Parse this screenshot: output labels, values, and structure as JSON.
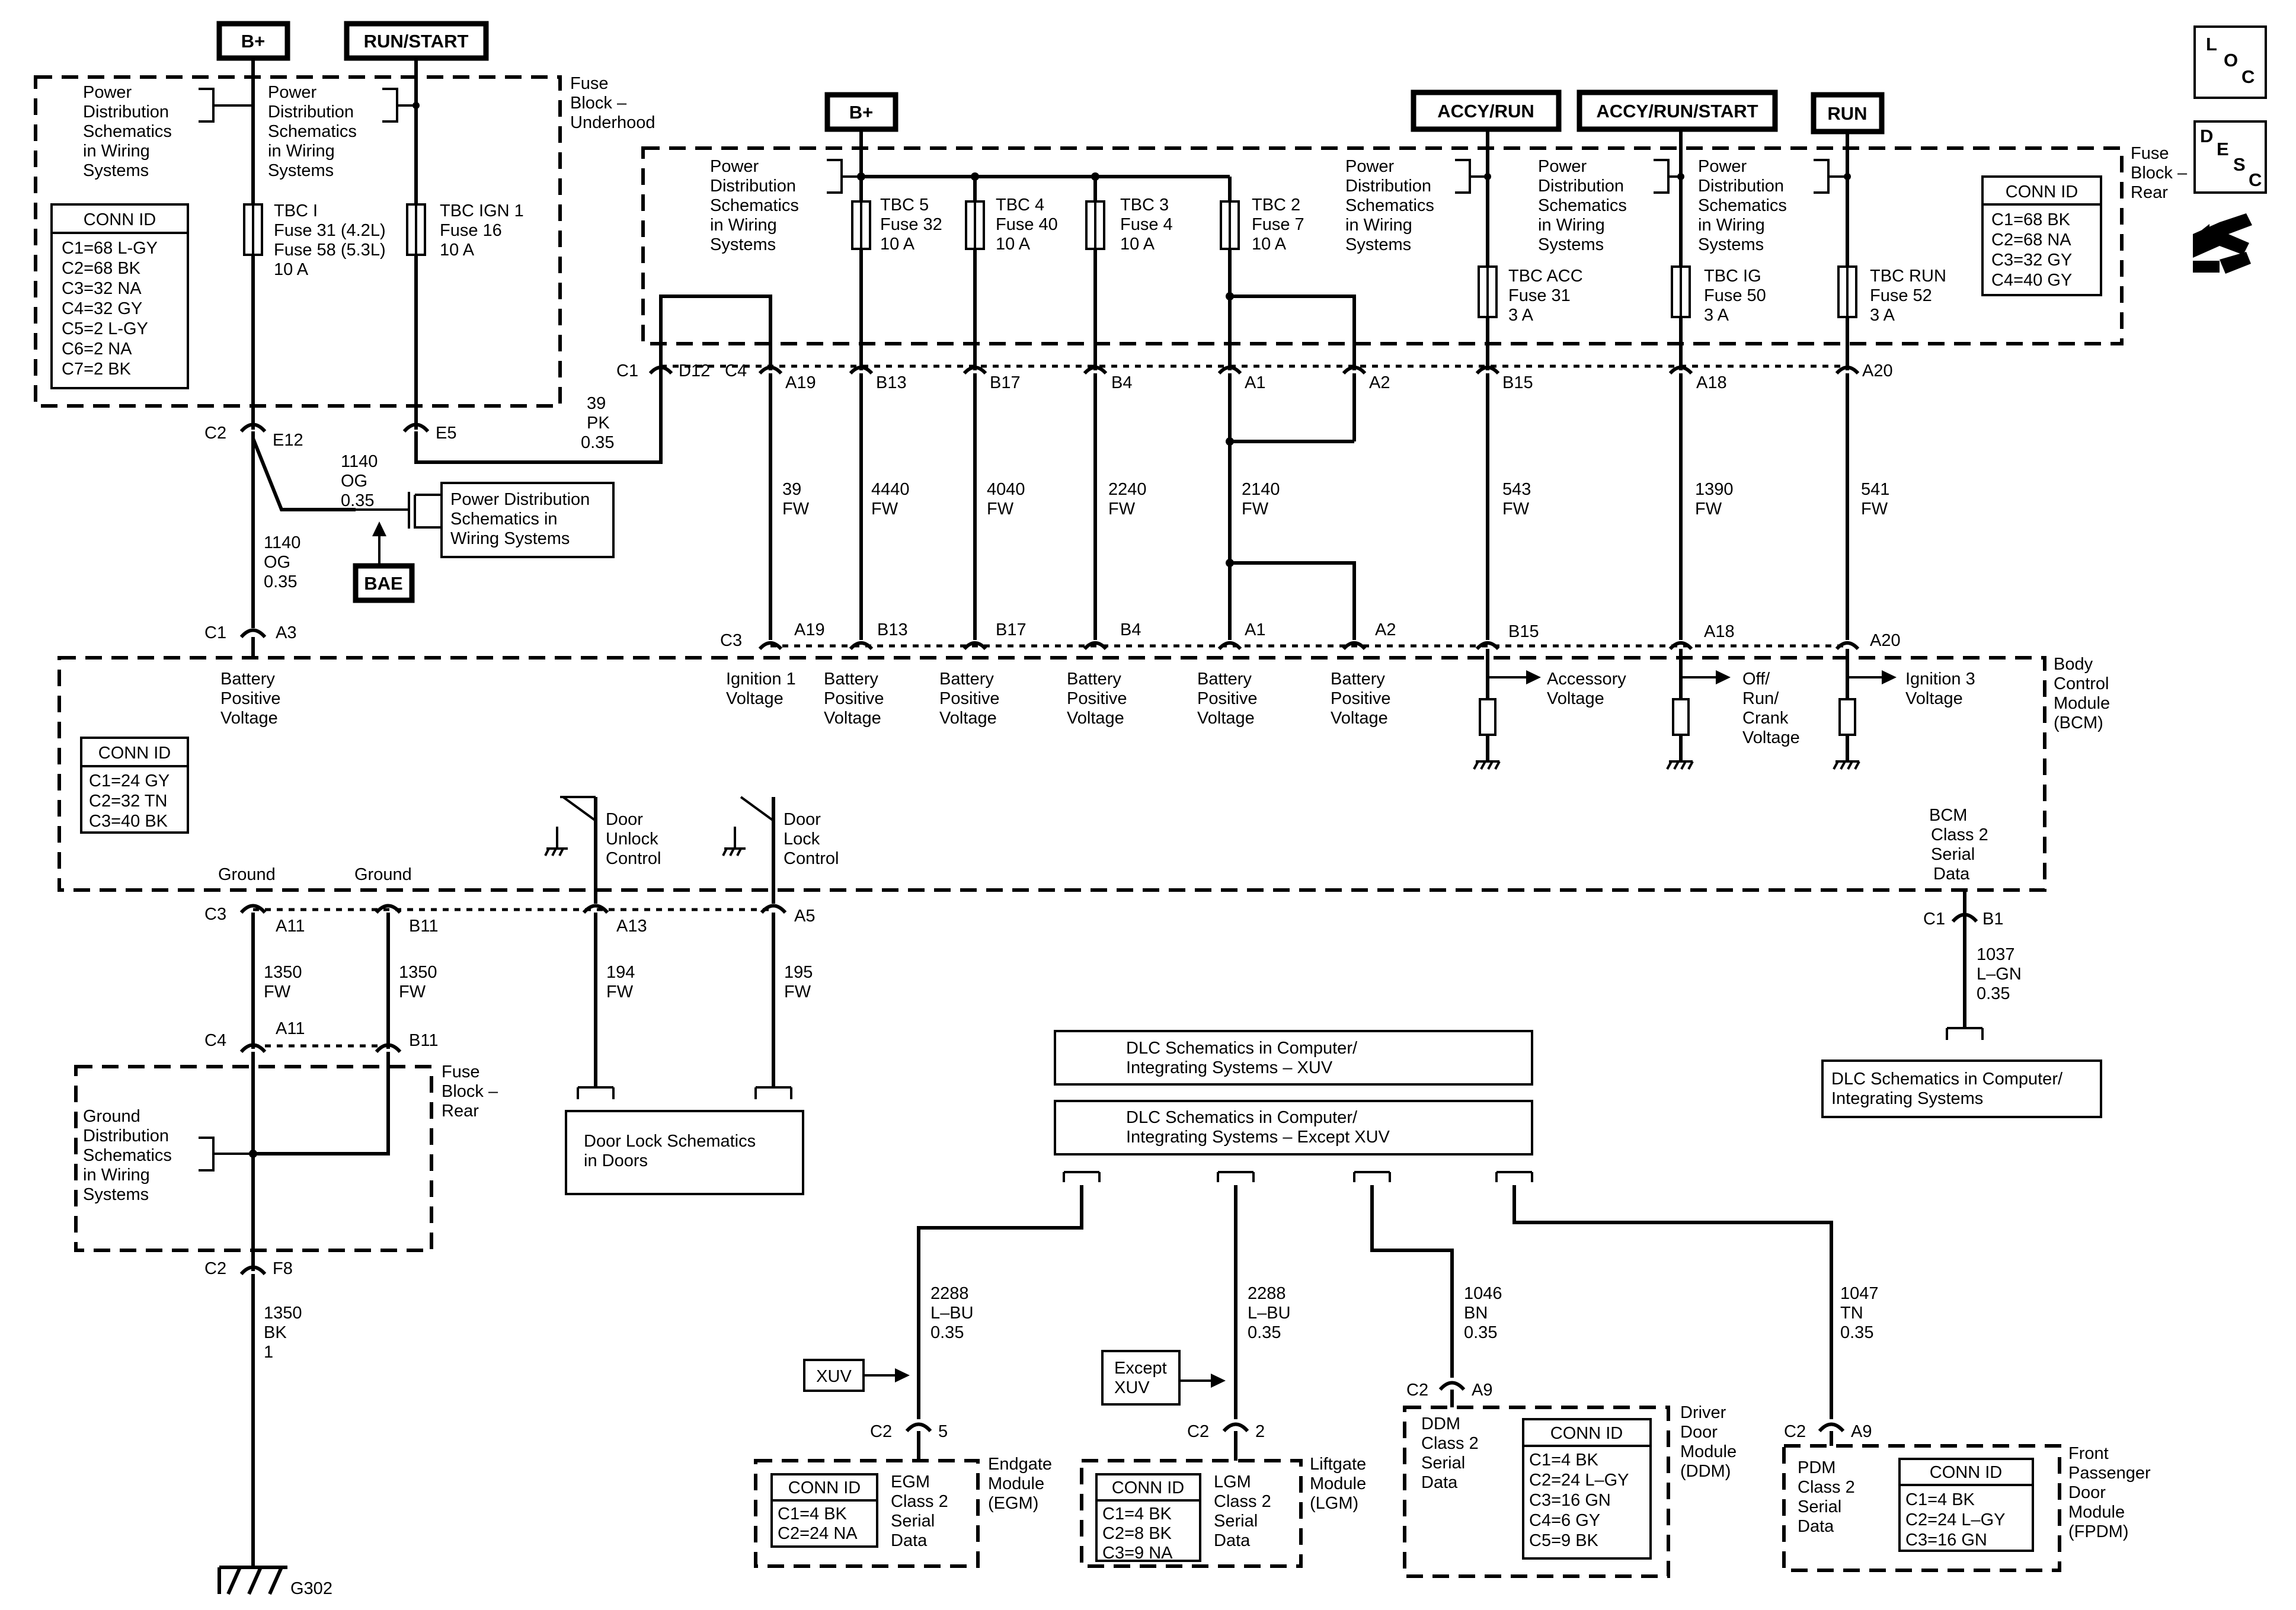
{
  "supplies": {
    "b_plus_1": "B+",
    "run_start": "RUN/START",
    "b_plus_2": "B+",
    "accy_run": "ACCY/RUN",
    "accy_run_start": "ACCY/RUN/START",
    "run": "RUN"
  },
  "underhood_block": {
    "title": [
      "Fuse",
      "Block –",
      "Underhood"
    ],
    "pds_left": [
      "Power",
      "Distribution",
      "Schematics",
      "in Wiring",
      "Systems"
    ],
    "pds_mid": [
      "Power",
      "Distribution",
      "Schematics",
      "in Wiring",
      "Systems"
    ],
    "fuse_tbc_i": [
      "TBC I",
      "Fuse 31  (4.2L)",
      "Fuse 58  (5.3L)",
      "10 A"
    ],
    "fuse_tbc_ign1": [
      "TBC IGN 1",
      "Fuse 16",
      "10 A"
    ],
    "conn_id_title": "CONN ID",
    "conn_id": [
      "C1=68 L-GY",
      "C2=68 BK",
      "C3=32 NA",
      "C4=32 GY",
      "C5=2 L-GY",
      "C6=2 NA",
      "C7=2 BK"
    ]
  },
  "rear_block_top": {
    "title": [
      "Fuse",
      "Block –",
      "Rear"
    ],
    "pds": [
      "Power",
      "Distribution",
      "Schematics",
      "in Wiring",
      "Systems"
    ],
    "fuses": [
      [
        "TBC 5",
        "Fuse 32",
        "10 A"
      ],
      [
        "TBC 4",
        "Fuse 40",
        "10 A"
      ],
      [
        "TBC 3",
        "Fuse 4",
        "10 A"
      ],
      [
        "TBC 2",
        "Fuse 7",
        "10 A"
      ],
      [
        "TBC ACC",
        "Fuse 31",
        "3 A"
      ],
      [
        "TBC IG",
        "Fuse 50",
        "3 A"
      ],
      [
        "TBC RUN",
        "Fuse 52",
        "3 A"
      ]
    ],
    "conn_id_title": "CONN ID",
    "conn_id": [
      "C1=68 BK",
      "C2=68 NA",
      "C3=32 GY",
      "C4=40 GY"
    ]
  },
  "pins_top": {
    "c1": "C1",
    "d12": "D12",
    "c4": "C4",
    "list": [
      "A19",
      "B13",
      "B17",
      "B4",
      "A1",
      "A2",
      "B15",
      "A18",
      "A20"
    ],
    "c2": "C2",
    "e12": "E12",
    "e5": "E5"
  },
  "wires_mid": [
    [
      "39",
      "FW"
    ],
    [
      "4440",
      "FW"
    ],
    [
      "4040",
      "FW"
    ],
    [
      "2240",
      "FW"
    ],
    [
      "2140",
      "FW"
    ],
    [
      "543",
      "FW"
    ],
    [
      "1390",
      "FW"
    ],
    [
      "541",
      "FW"
    ]
  ],
  "wire_39pk": [
    "39",
    "PK",
    "0.35"
  ],
  "wire_1140_a": [
    "1140",
    "OG",
    "0.35"
  ],
  "wire_1140_b": [
    "1140",
    "OG",
    "0.35"
  ],
  "pds_box": [
    "Power Distribution",
    "Schematics in",
    "Wiring Systems"
  ],
  "bae": "BAE",
  "bcm": {
    "title": [
      "Body",
      "Control",
      "Module",
      "(BCM)"
    ],
    "c1": "C1",
    "a3": "A3",
    "c3": "C3",
    "pins": [
      "A19",
      "B13",
      "B17",
      "B4",
      "A1",
      "A2",
      "B15",
      "A18",
      "A20"
    ],
    "battery_positive": [
      "Battery",
      "Positive",
      "Voltage"
    ],
    "ignition1": [
      "Ignition 1",
      "Voltage"
    ],
    "accessory": [
      "Accessory",
      "Voltage"
    ],
    "off_run": [
      "Off/",
      "Run/",
      "Crank",
      "Voltage"
    ],
    "ignition3": [
      "Ignition 3",
      "Voltage"
    ],
    "conn_id_title": "CONN ID",
    "conn_id": [
      "C1=24 GY",
      "C2=32 TN",
      "C3=40 BK"
    ],
    "door_unlock": [
      "Door",
      "Unlock",
      "Control"
    ],
    "door_lock": [
      "Door",
      "Lock",
      "Control"
    ],
    "class2": [
      "BCM",
      "Class 2",
      "Serial",
      "Data"
    ],
    "ground1": "Ground",
    "ground2": "Ground"
  },
  "bottom_left": {
    "c3": "C3",
    "a11": "A11",
    "b11": "B11",
    "a13": "A13",
    "a5": "A5",
    "wire1": [
      "1350",
      "FW"
    ],
    "wire2": [
      "1350",
      "FW"
    ],
    "wire3": [
      "194",
      "FW"
    ],
    "wire4": [
      "195",
      "FW"
    ],
    "c4": "C4",
    "a11b": "A11",
    "b11b": "B11",
    "block_title": [
      "Fuse",
      "Block –",
      "Rear"
    ],
    "gds": [
      "Ground",
      "Distribution",
      "Schematics",
      "in Wiring",
      "Systems"
    ],
    "c2": "C2",
    "f8": "F8",
    "wire5": [
      "1350",
      "BK",
      "1"
    ],
    "g302": "G302",
    "door_lock_schem": [
      "Door Lock Schematics",
      "in Doors"
    ]
  },
  "bcm_data": {
    "c1": "C1",
    "b1": "B1",
    "wire": [
      "1037",
      "L–GN",
      "0.35"
    ],
    "dlc_box": [
      "DLC Schematics in Computer/",
      "Integrating Systems"
    ]
  },
  "dlc": {
    "xuv_box": [
      "DLC Schematics in Computer/",
      "Integrating Systems – XUV"
    ],
    "except_box": [
      "DLC Schematics in Computer/",
      "Integrating Systems – Except XUV"
    ],
    "w1": [
      "2288",
      "L–BU",
      "0.35"
    ],
    "w2": [
      "2288",
      "L–BU",
      "0.35"
    ],
    "w3": [
      "1046",
      "BN",
      "0.35"
    ],
    "w4": [
      "1047",
      "TN",
      "0.35"
    ],
    "xuv_tag": "XUV",
    "except_tag": [
      "Except",
      "XUV"
    ]
  },
  "modules": {
    "egm": {
      "pin_c": "C2",
      "pin": "5",
      "title": [
        "Endgate",
        "Module",
        "(EGM)"
      ],
      "data": [
        "EGM",
        "Class 2",
        "Serial",
        "Data"
      ],
      "conn_id_title": "CONN ID",
      "conn_id": [
        "C1=4 BK",
        "C2=24 NA"
      ]
    },
    "lgm": {
      "pin_c": "C2",
      "pin": "2",
      "title": [
        "Liftgate",
        "Module",
        "(LGM)"
      ],
      "data": [
        "LGM",
        "Class 2",
        "Serial",
        "Data"
      ],
      "conn_id_title": "CONN ID",
      "conn_id": [
        "C1=4 BK",
        "C2=8 BK",
        "C3=9 NA"
      ]
    },
    "ddm": {
      "pin_c": "C2",
      "pin": "A9",
      "title": [
        "Driver",
        "Door",
        "Module",
        "(DDM)"
      ],
      "data": [
        "DDM",
        "Class 2",
        "Serial",
        "Data"
      ],
      "conn_id_title": "CONN ID",
      "conn_id": [
        "C1=4 BK",
        "C2=24 L–GY",
        "C3=16 GN",
        "C4=6 GY",
        "C5=9 BK"
      ]
    },
    "pdm": {
      "pin_c": "C2",
      "pin": "A9",
      "title": [
        "Front",
        "Passenger",
        "Door",
        "Module",
        "(FPDM)"
      ],
      "data": [
        "PDM",
        "Class 2",
        "Serial",
        "Data"
      ],
      "conn_id_title": "CONN ID",
      "conn_id": [
        "C1=4 BK",
        "C2=24 L–GY",
        "C3=16 GN"
      ]
    }
  },
  "nav": {
    "loc": [
      "L",
      "O",
      "C"
    ],
    "desc": [
      "D",
      "E",
      "S",
      "C"
    ]
  }
}
